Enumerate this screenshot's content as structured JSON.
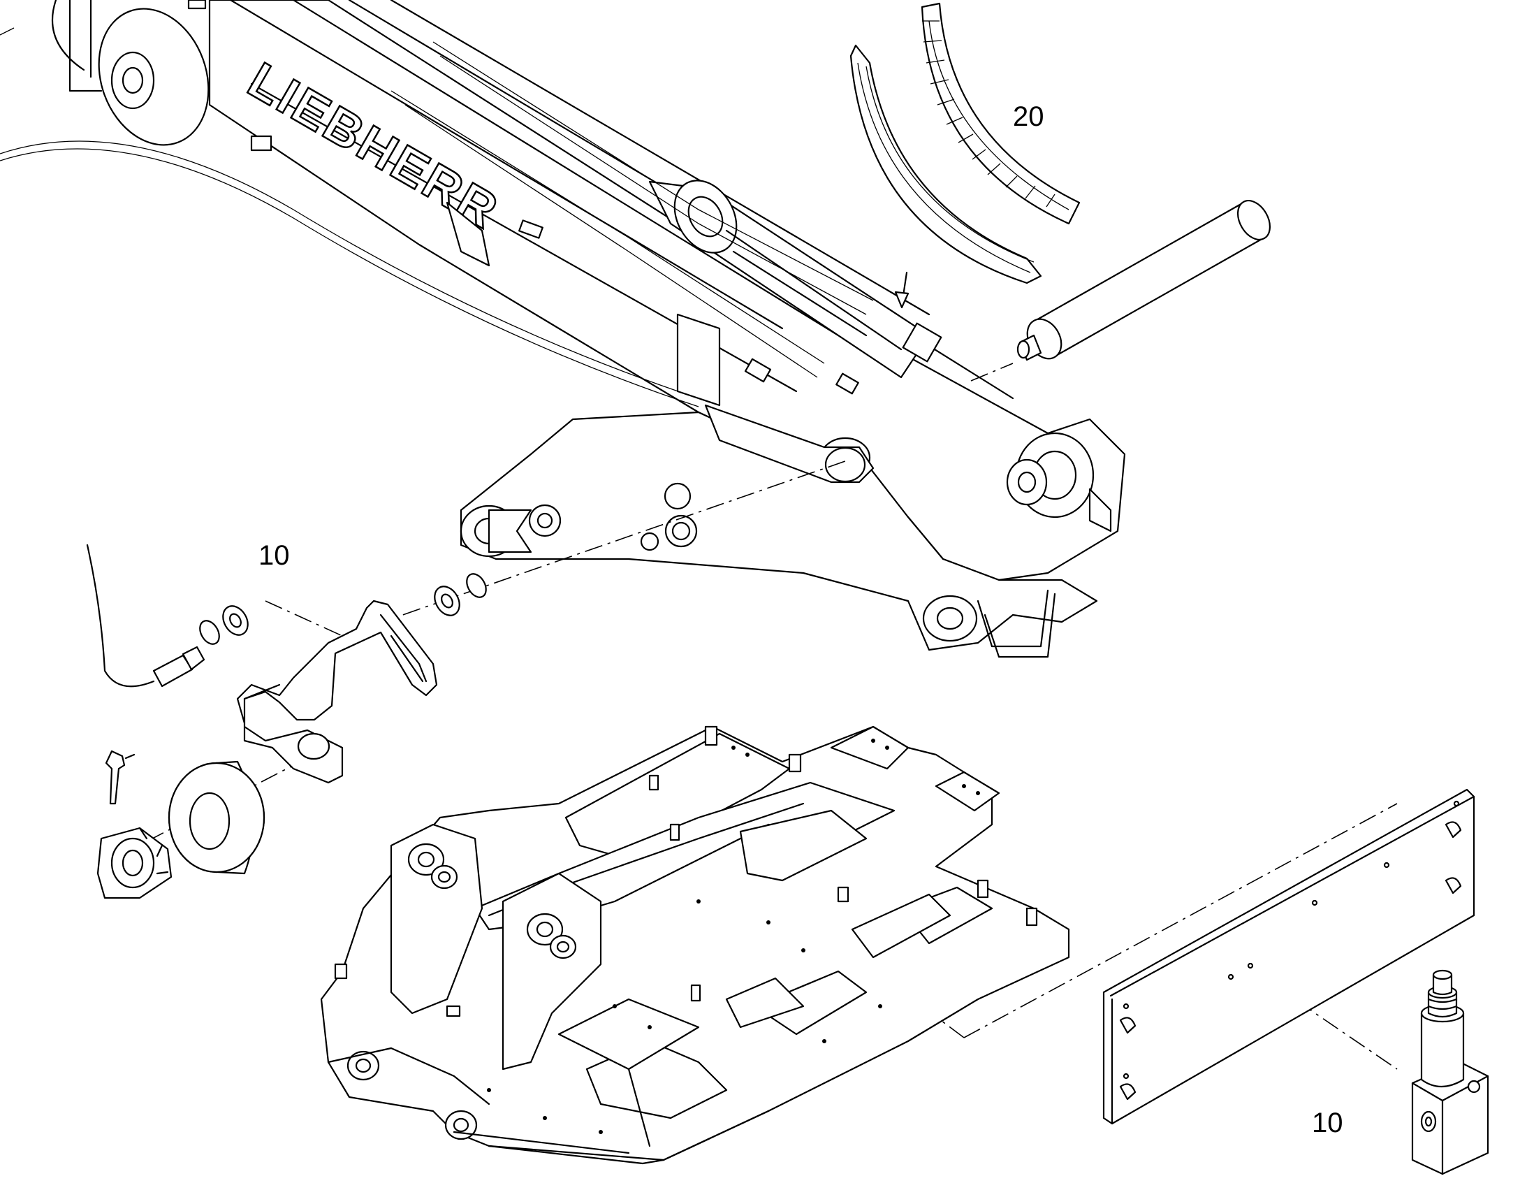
{
  "diagram": {
    "brand_text": "LIEBHERR",
    "callouts": [
      {
        "id": "wear-segment-ring",
        "label": "20"
      },
      {
        "id": "stop-bracket-assembly",
        "label": "10"
      },
      {
        "id": "sensor-plate-assembly",
        "label": "10"
      }
    ]
  }
}
